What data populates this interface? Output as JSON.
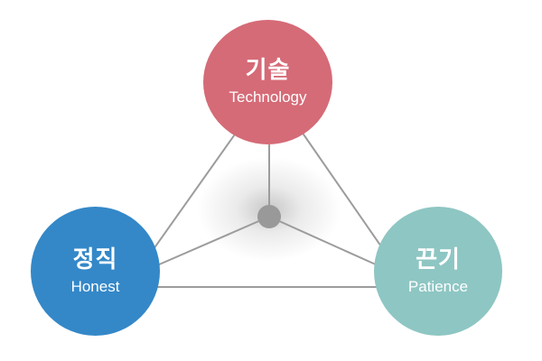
{
  "nodes": {
    "top": {
      "korean": "기술",
      "english": "Technology",
      "color": "#d56b77"
    },
    "left": {
      "korean": "정직",
      "english": "Honest",
      "color": "#3488c8"
    },
    "right": {
      "korean": "끈기",
      "english": "Patience",
      "color": "#8ec6c3"
    }
  },
  "center": {
    "color": "#999999"
  },
  "connector_color": "#9c9c9c"
}
